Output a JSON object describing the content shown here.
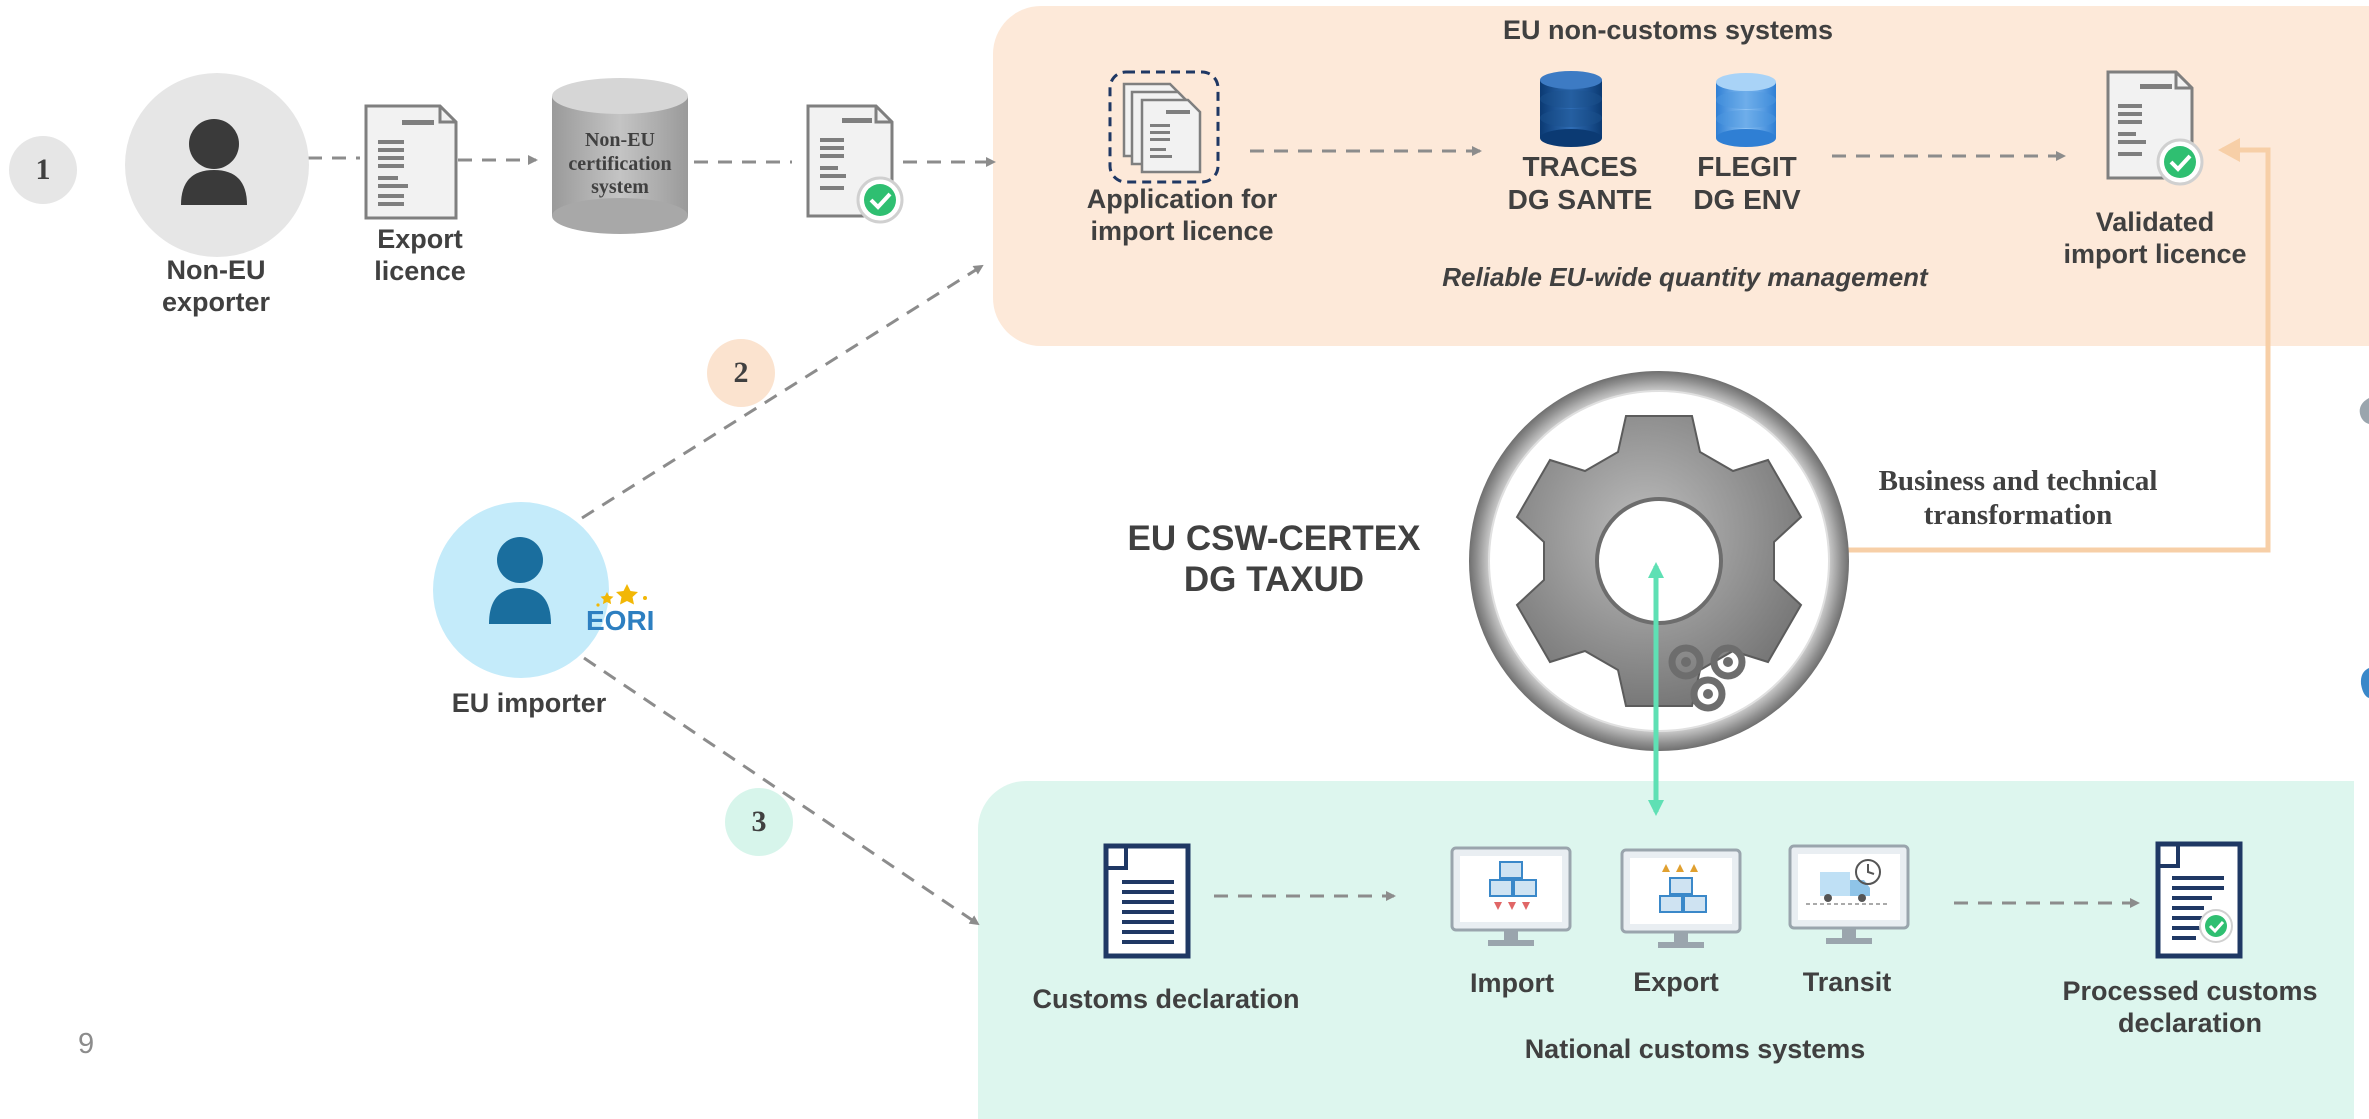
{
  "page_number": "9",
  "steps": {
    "step1": "1",
    "step2": "2",
    "step3": "3"
  },
  "actors": {
    "non_eu_exporter": "Non-EU\nexporter",
    "eu_importer": "EU importer",
    "eori_logo": "EORI"
  },
  "documents": {
    "export_licence": "Export\nlicence",
    "non_eu_certification_system": "Non-EU\ncertification\nsystem"
  },
  "non_customs": {
    "title": "EU non-customs systems",
    "application": "Application for\nimport licence",
    "traces": "TRACES\nDG SANTE",
    "flegit": "FLEGIT\nDG ENV",
    "validated": "Validated\nimport licence",
    "subtitle": "Reliable EU-wide quantity management"
  },
  "central": {
    "title": "EU CSW-CERTEX\nDG TAXUD",
    "transformation": "Business and technical\ntransformation"
  },
  "customs": {
    "declaration": "Customs declaration",
    "import": "Import",
    "export": "Export",
    "transit": "Transit",
    "processed": "Processed customs\ndeclaration",
    "subtitle": "National customs systems"
  },
  "colors": {
    "peach": "#fde9d9",
    "mint": "#ddf6ee",
    "arrow_gray": "#8c8c8c",
    "arrow_peach": "#f7cfa7",
    "arrow_mint": "#5fe0b4",
    "navy": "#1f3864",
    "check_green": "#2fbf71"
  }
}
